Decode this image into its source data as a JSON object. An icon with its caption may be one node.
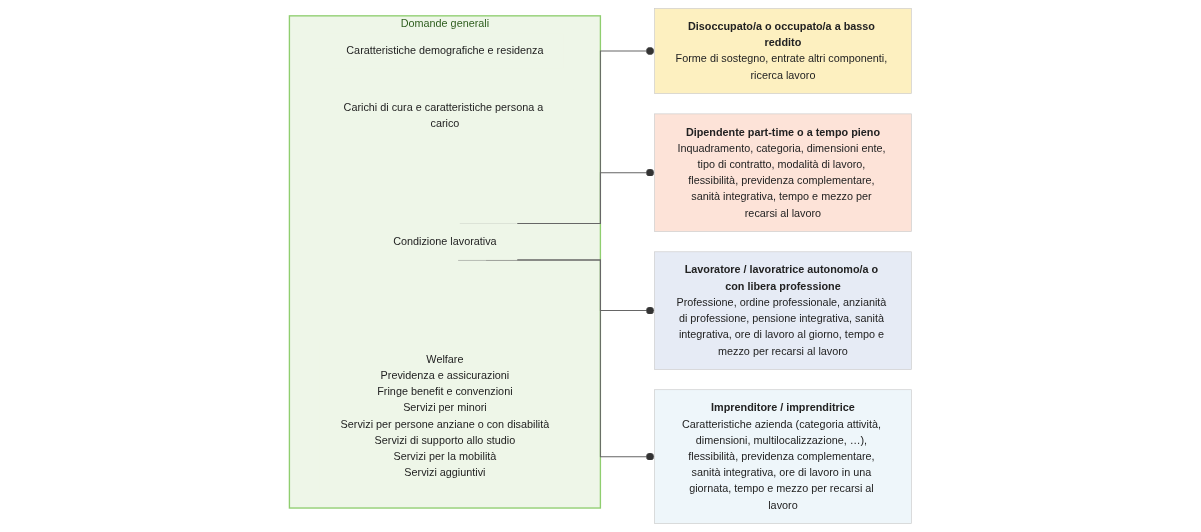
{
  "diagram": {
    "nodes": [
      {
        "text": [
          "Domande generali"
        ]
      },
      {
        "text": [
          "Caratteristiche demografiche e residenza"
        ],
        "in": 0
      },
      {
        "text": [
          "Carichi di cura e caratteristiche persona a carico"
        ],
        "in": 0
      },
      {
        "text": [
          "Condizione lavorativa"
        ],
        "in": 0
      },
      {
        "text": [
          "Welfare",
          "Previdenza e assicurazioni",
          "Fringe benefit e convenzioni",
          "Servizi per minori",
          "Servizi per persone anziane o con disabilità",
          "Servizi di supporto allo studio",
          "Servizi per la mobilità",
          "Servizi aggiuntivi"
        ],
        "in": 0
      },
      {
        "text": [
          "Disoccupato/a o occupato/a a basso reddito",
          "Forme di sostegno, entrate altri componenti, ricerca lavoro"
        ]
      },
      {
        "text": [
          "Dipendente part-time o a tempo pieno",
          "Inquadramento, categoria, dimensioni ente, tipo di contratto, modalità di lavoro, flessibilità, previdenza complementare, sanità integrativa, tempo e mezzo per recarsi al lavoro"
        ]
      },
      {
        "text": [
          "Lavoratore / lavoratrice autonomo/a o con libera professione",
          "Professione, ordine professionale, anzianità di professione, pensione integrativa, sanità integrativa, ore di lavoro al giorno, tempo e mezzo per recarsi al lavoro"
        ]
      },
      {
        "text": [
          "Imprenditore / imprenditrice",
          "Caratteristiche azienda (categoria attività, dimensioni, multilocalizzazione, …), flessibilità, previdenza complementare, sanità integrativa, ore di lavoro in una giornata, tempo e mezzo per recarsi al lavoro"
        ]
      }
    ],
    "edges": [
      {
        "from": 3,
        "to": 5,
        "arrow": "other"
      },
      {
        "from": 3,
        "to": 6,
        "arrow": "other"
      },
      {
        "from": 3,
        "to": 7,
        "arrow": "other"
      },
      {
        "from": 3,
        "to": 8,
        "arrow": "other"
      }
    ]
  }
}
